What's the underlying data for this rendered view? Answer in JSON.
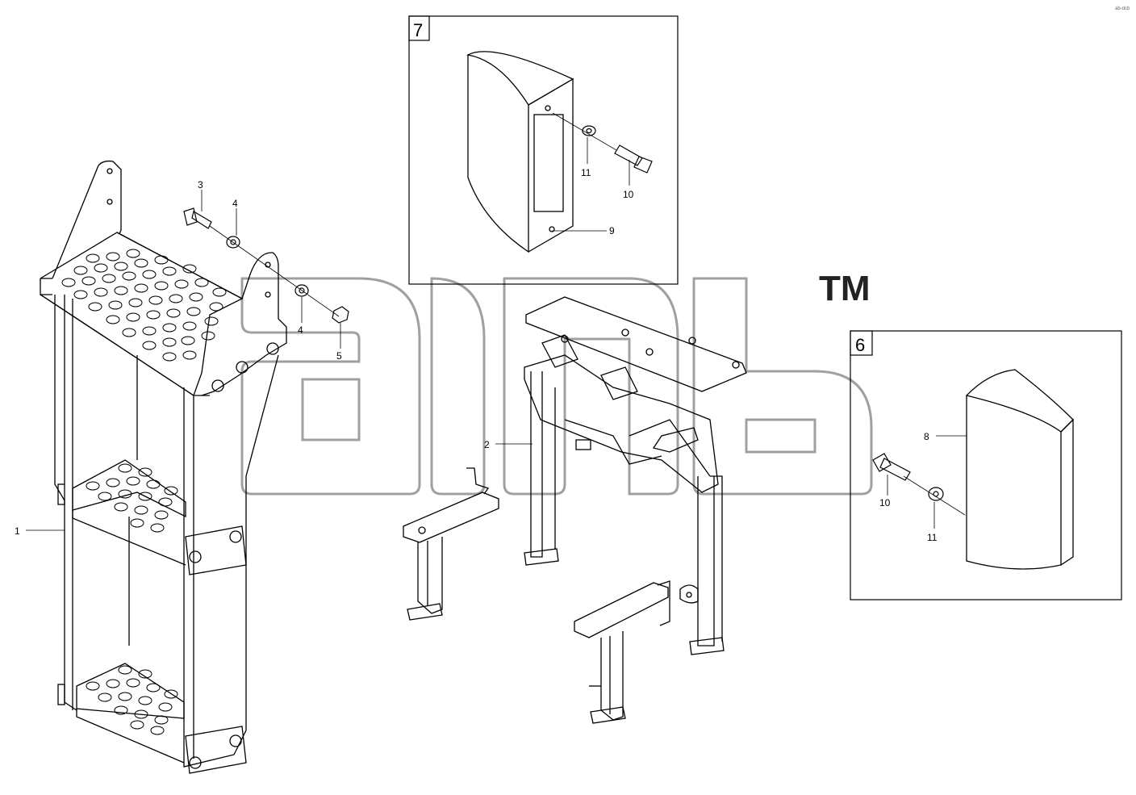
{
  "corner_mark": "ab-dcb",
  "callout_box_7": {
    "number": "7"
  },
  "callout_box_6": {
    "number": "6"
  },
  "watermark": {
    "trademark": "TM"
  },
  "callouts": {
    "c1": "1",
    "c2": "2",
    "c3": "3",
    "c4a": "4",
    "c4b": "4",
    "c5": "5",
    "c8": "8",
    "c9": "9",
    "c10a": "10",
    "c10b": "10",
    "c11a": "11",
    "c11b": "11"
  }
}
